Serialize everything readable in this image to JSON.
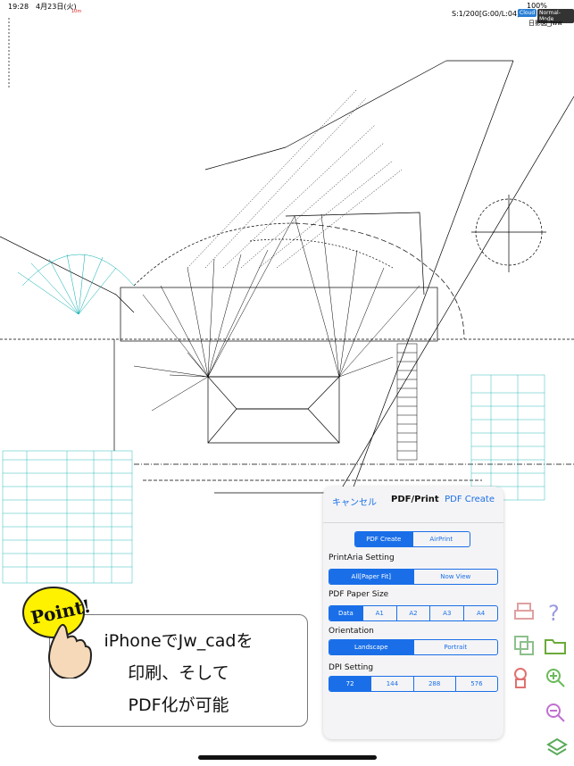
{
  "status": {
    "time": "19:28　4月23日(火)",
    "battery": "100%"
  },
  "cad": {
    "scale": "S:1/200[G:00/L:04]",
    "cloud_badge": "Cloud",
    "mode_badge": "Normal-Mode",
    "layer": "日影図_Jww",
    "ruler_label": "10m"
  },
  "print_panel": {
    "cancel": "キャンセル",
    "title": "PDF/Print",
    "create": "PDF Create",
    "mode_options": [
      "PDF Create",
      "AirPrint"
    ],
    "mode_selected": "PDF Create",
    "print_area": {
      "title": "PrintAria Setting",
      "options": [
        "All[Paper Fit]",
        "Now View"
      ],
      "selected": "All[Paper Fit]"
    },
    "paper_size": {
      "title": "PDF Paper Size",
      "options": [
        "Data",
        "A1",
        "A2",
        "A3",
        "A4"
      ],
      "selected": "Data"
    },
    "orientation": {
      "title": "Orientation",
      "options": [
        "Landscape",
        "Portrait"
      ],
      "selected": "Landscape"
    },
    "dpi": {
      "title": "DPI Setting",
      "options": [
        "72",
        "144",
        "288",
        "576"
      ],
      "selected": "72"
    }
  },
  "promo": {
    "badge": "Point!",
    "line1": "iPhoneでJw_cadを",
    "line2": "印刷、そして",
    "line3": "PDF化が可能"
  }
}
